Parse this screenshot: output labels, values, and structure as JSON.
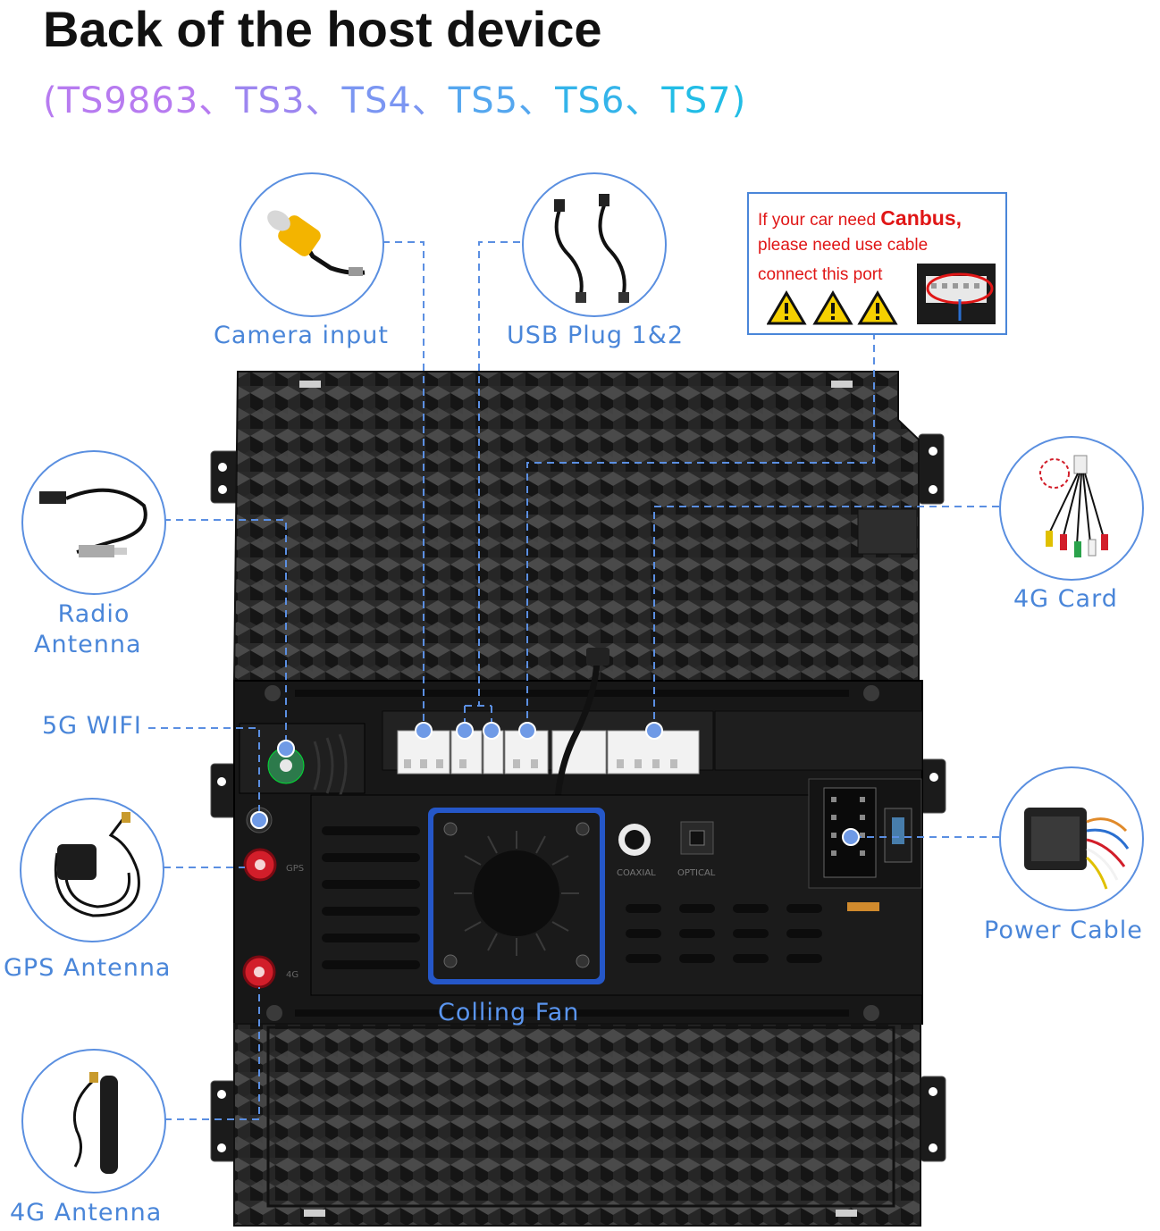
{
  "title": "Back of the host device",
  "models": {
    "open": "(",
    "items": [
      "TS9863、",
      "TS3、",
      "TS4、",
      "TS5、",
      "TS6、",
      "TS7"
    ],
    "close": ")",
    "colors": [
      "#b77bf0",
      "#9d86f0",
      "#7b96f2",
      "#55a7ef",
      "#34b4ea",
      "#22bde6"
    ]
  },
  "callouts": {
    "camera_input": "Camera input",
    "usb_plug": "USB Plug 1&2",
    "radio_antenna_line1": "Radio",
    "radio_antenna_line2": "Antenna",
    "wifi_5g": "5G WIFI",
    "gps_antenna": "GPS Antenna",
    "antenna_4g": "4G Antenna",
    "card_4g": "4G Card",
    "power_cable": "Power Cable",
    "cooling_fan": "Colling Fan"
  },
  "canbus_note": {
    "line1_prefix": "If your car need ",
    "line1_bold": "Canbus,",
    "line2": "please need use cable",
    "line3": "connect this port"
  },
  "device_markings": {
    "coaxial": "COAXIAL",
    "optical": "OPTICAL",
    "gps": "GPS",
    "port_4g": "4G"
  },
  "colors": {
    "accent_blue": "#4a86d9",
    "warning_red": "#e01616",
    "warning_yellow": "#f5d000",
    "panel_dark": "#1c1c1c"
  }
}
